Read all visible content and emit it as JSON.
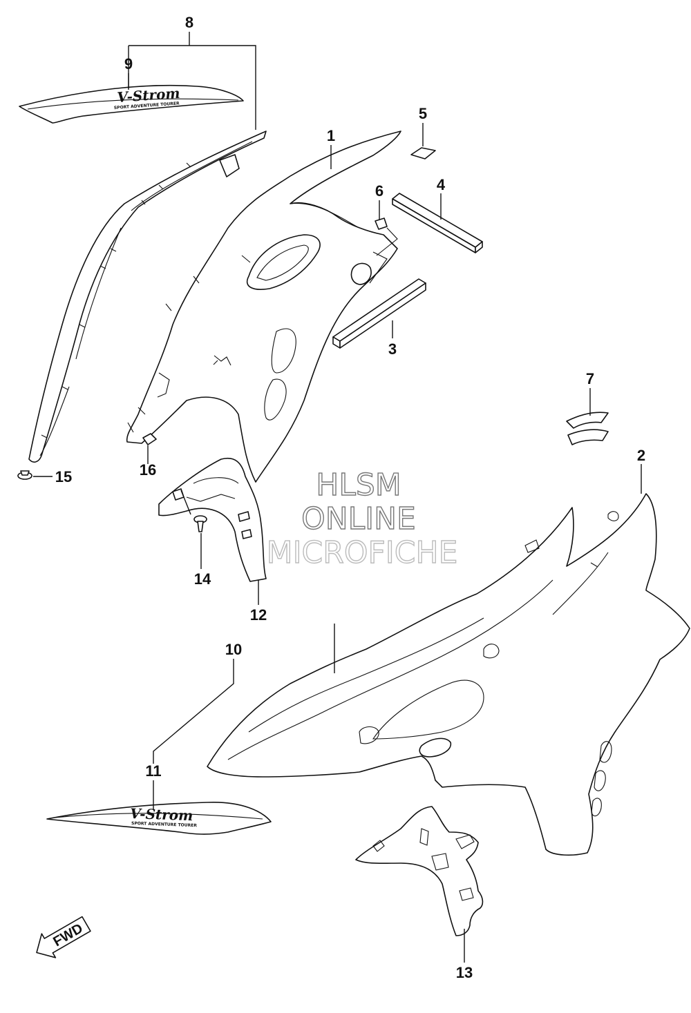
{
  "callouts": {
    "c1": "1",
    "c2": "2",
    "c3": "3",
    "c4": "4",
    "c5": "5",
    "c6": "6",
    "c7": "7",
    "c8": "8",
    "c9": "9",
    "c10": "10",
    "c11": "11",
    "c12": "12",
    "c13": "13",
    "c14": "14",
    "c15": "15",
    "c16": "16"
  },
  "decals": {
    "brand": "V-Strom",
    "tagline": "SPORT ADVENTURE TOURER"
  },
  "watermark": {
    "line1": "HLSM",
    "line2": "ONLINE",
    "line3": "MICROFICHE"
  },
  "direction": {
    "label": "FWD"
  }
}
